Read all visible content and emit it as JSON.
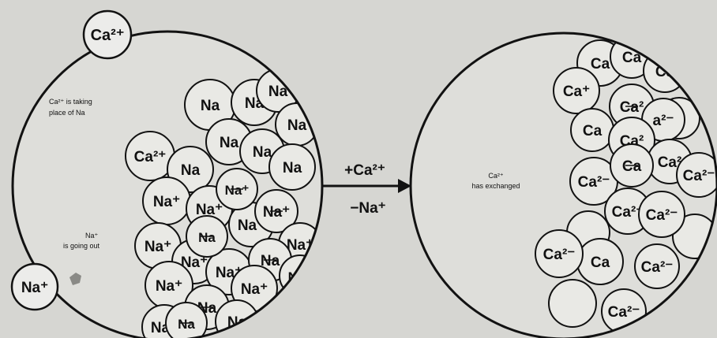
{
  "diagram": {
    "left_panel": {
      "annotation_taking": [
        "Ca²⁺ is taking",
        "place of Na"
      ],
      "annotation_going_out": [
        "Na⁺",
        "is going out"
      ],
      "external_ions": {
        "incoming": "Ca²⁺",
        "outgoing": "Na⁺"
      },
      "ions": [
        "Na",
        "Na",
        "Na",
        "Na",
        "Ca²⁺",
        "Na",
        "Na",
        "Na",
        "Na",
        "Na⁺",
        "Na⁺",
        "Na⁺",
        "Na⁺",
        "Na⁺",
        "Na⁺",
        "Na⁺",
        "Na⁺",
        "Na",
        "Na",
        "Na⁺",
        "Na⁺",
        "Na",
        "Na",
        "Na⁺",
        "Na⁺",
        "Na⁺",
        "Na⁺",
        "Na"
      ]
    },
    "arrow": {
      "top_label": "+Ca²⁺",
      "bottom_label": "−Na⁺"
    },
    "right_panel": {
      "annotation": [
        "Ca²⁺",
        "has exchanged"
      ],
      "ions": [
        "Ca",
        "Ca",
        "Ca",
        "Ca⁺",
        "Ca²",
        "a²⁻",
        "Ca",
        "Ca²",
        "Ca²",
        "Ca²⁻",
        "Ca",
        "Ca²⁻",
        "Ca²⁻",
        "Ca²⁻",
        "Ca²⁻",
        "Ca",
        "Ca²⁻",
        "Ca²⁻"
      ]
    },
    "colors": {
      "background": "#d6d6d2",
      "ion_fill": "#e9e9e5",
      "outline": "#121212"
    }
  }
}
